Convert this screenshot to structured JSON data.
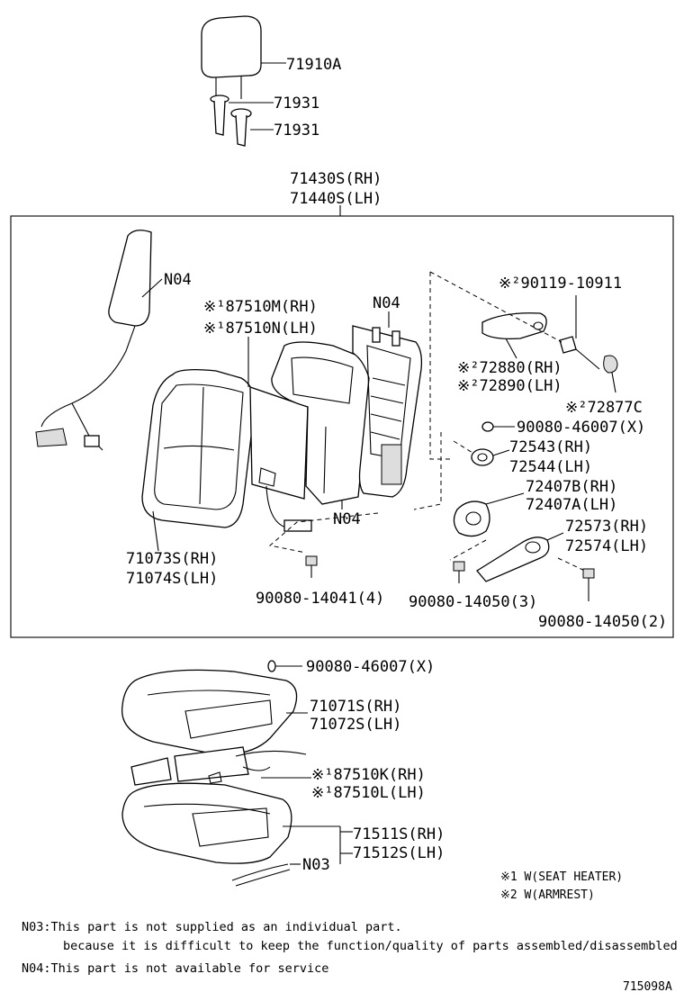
{
  "labels": {
    "headrest": "71910A",
    "guide_1": "71931",
    "guide_2": "71931",
    "back_assy_rh": "71430S(RH)",
    "back_assy_lh": "71440S(LH)",
    "n04_armrest": "N04",
    "heater_rh": "※¹87510M(RH)",
    "heater_lh": "※¹87510N(LH)",
    "n04_frame": "N04",
    "screw_a": "※²90119-10911",
    "armrest_rh": "※²72880(RH)",
    "armrest_lh": "※²72890(LH)",
    "cover_c": "※²72877C",
    "plug_upper": "90080-46007(X)",
    "knob_rh": "72543(RH)",
    "knob_lh": "72544(LH)",
    "recliner_rh": "72407B(RH)",
    "recliner_lh": "72407A(LH)",
    "n04_pad": "N04",
    "bracket_rh": "72573(RH)",
    "bracket_lh": "72574(LH)",
    "cover_back_rh": "71073S(RH)",
    "cover_back_lh": "71074S(LH)",
    "bolt_4": "90080-14041(4)",
    "bolt_3": "90080-14050(3)",
    "bolt_2": "90080-14050(2)",
    "plug_lower": "90080-46007(X)",
    "cushion_cover_rh": "71071S(RH)",
    "cushion_cover_lh": "71072S(LH)",
    "cushion_heater_rh": "※¹87510K(RH)",
    "cushion_heater_lh": "※¹87510L(LH)",
    "cushion_pad_rh": "71511S(RH)",
    "cushion_pad_lh": "71512S(LH)",
    "n03": "N03"
  },
  "legend": {
    "note_1": "※1 W(SEAT HEATER)",
    "note_2": "※2 W(ARMREST)"
  },
  "footnotes": {
    "n03_line1": "N03:This part is not supplied as an individual part.",
    "n03_line2": "because it is difficult to keep the function/quality of parts assembled/disassembled",
    "n04_line": "N04:This part is not available for service"
  },
  "diagram_id": "715098A"
}
